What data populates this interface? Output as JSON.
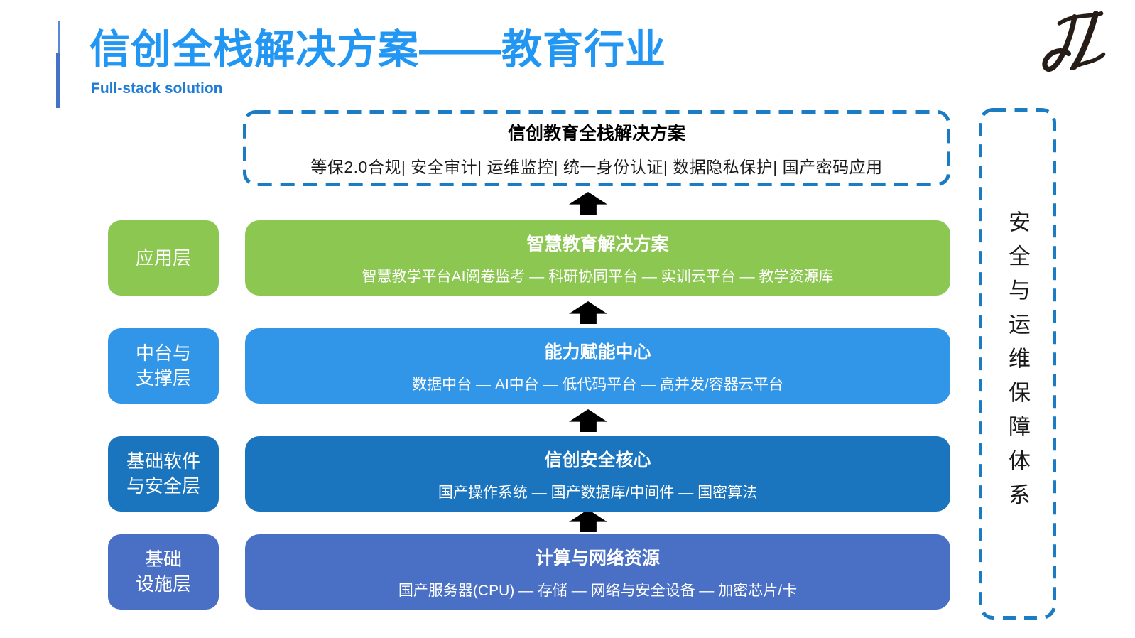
{
  "header": {
    "title": "信创全栈解决方案——教育行业",
    "subtitle": "Full-stack solution",
    "logo_text": "JL"
  },
  "top_box": {
    "title": "信创教育全栈解决方案",
    "items": "等保2.0合规| 安全审计| 运维监控| 统一身份认证| 数据隐私保护| 国产密码应用"
  },
  "layers": [
    {
      "label1": "应用层",
      "label2": "",
      "title": "智慧教育解决方案",
      "subtitle": "智慧教学平台AI阅卷监考 — 科研协同平台 — 实训云平台 — 教学资源库",
      "color": "#8cc751"
    },
    {
      "label1": "中台与",
      "label2": "支撑层",
      "title": "能力赋能中心",
      "subtitle": "数据中台 — AI中台 — 低代码平台 — 高并发/容器云平台",
      "color": "#3296e8"
    },
    {
      "label1": "基础软件",
      "label2": "与安全层",
      "title": "信创安全核心",
      "subtitle": "国产操作系统 — 国产数据库/中间件 — 国密算法",
      "color": "#1a74be"
    },
    {
      "label1": "基础",
      "label2": "设施层",
      "title": "计算与网络资源",
      "subtitle": "国产服务器(CPU) — 存储 — 网络与安全设备 — 加密芯片/卡",
      "color": "#4a70c5"
    }
  ],
  "side_box": {
    "text": "安全与运维保障体系"
  },
  "icons": {
    "arrow": "up-block-arrow",
    "logo": "jl-handwritten-monogram"
  },
  "colors": {
    "title_blue": "#2196f3",
    "dash_blue": "#1b7cc4",
    "accent_bar_blue": "#4472c4",
    "arrow_black": "#000000",
    "text_black": "#1a1a1a",
    "box_text_white": "#ffffff"
  }
}
